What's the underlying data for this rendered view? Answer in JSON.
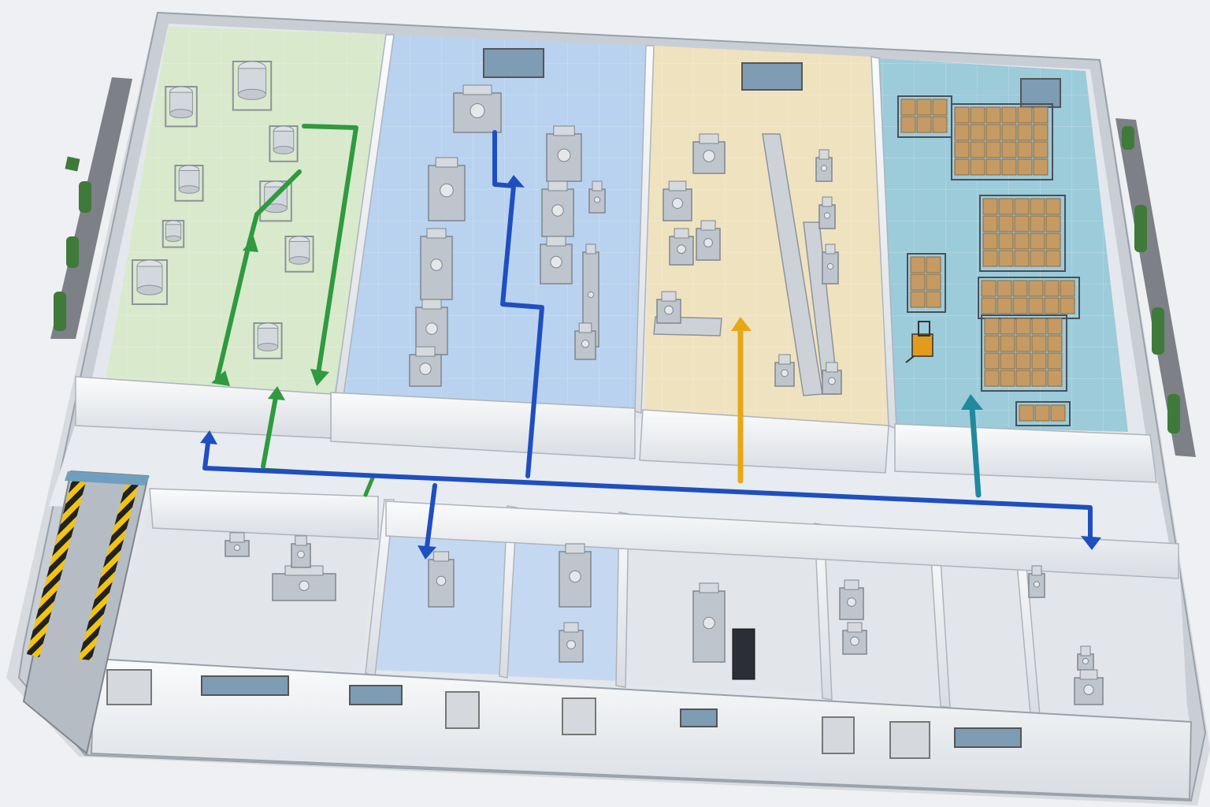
{
  "diagram": {
    "kind": "isometric-cleanroom-factory-floor-plan",
    "colors": {
      "background": "#eef0f3",
      "outer_wall": "#c9ced5",
      "wall_top": "#f4f5f7",
      "floor_neutral": "#e4e7eb",
      "corridor": "#e8ebef",
      "zone_green": "#d8e9cc",
      "zone_blue": "#b9d2ef",
      "zone_yellow": "#efe2bf",
      "zone_teal": "#9ccbda",
      "lower_blue": "#c4d9f1",
      "flow_green": "#2f9a3e",
      "flow_blue": "#1f4fbf",
      "flow_yellow": "#e6a817",
      "flow_teal": "#1f8a9e",
      "equipment": "#bfc5cc",
      "carton": "#c69a63",
      "ramp_stripe": "#f2c40f",
      "hedge": "#3f7a3a"
    },
    "zones": [
      {
        "id": "green",
        "color_key": "zone_green",
        "contents": "tank-icon"
      },
      {
        "id": "blue",
        "color_key": "zone_blue",
        "contents": "process-machine-icon"
      },
      {
        "id": "yellow",
        "color_key": "zone_yellow",
        "contents": "conveyor-line-icon"
      },
      {
        "id": "teal",
        "color_key": "zone_teal",
        "contents": "pallet-rack-icon"
      }
    ],
    "icons": [
      "tank-icon",
      "process-machine-icon",
      "conveyor-line-icon",
      "pallet-rack-icon",
      "forklift-icon",
      "door-icon",
      "window-icon",
      "loading-ramp-icon",
      "hedge-icon",
      "flow-arrow-icon"
    ]
  }
}
